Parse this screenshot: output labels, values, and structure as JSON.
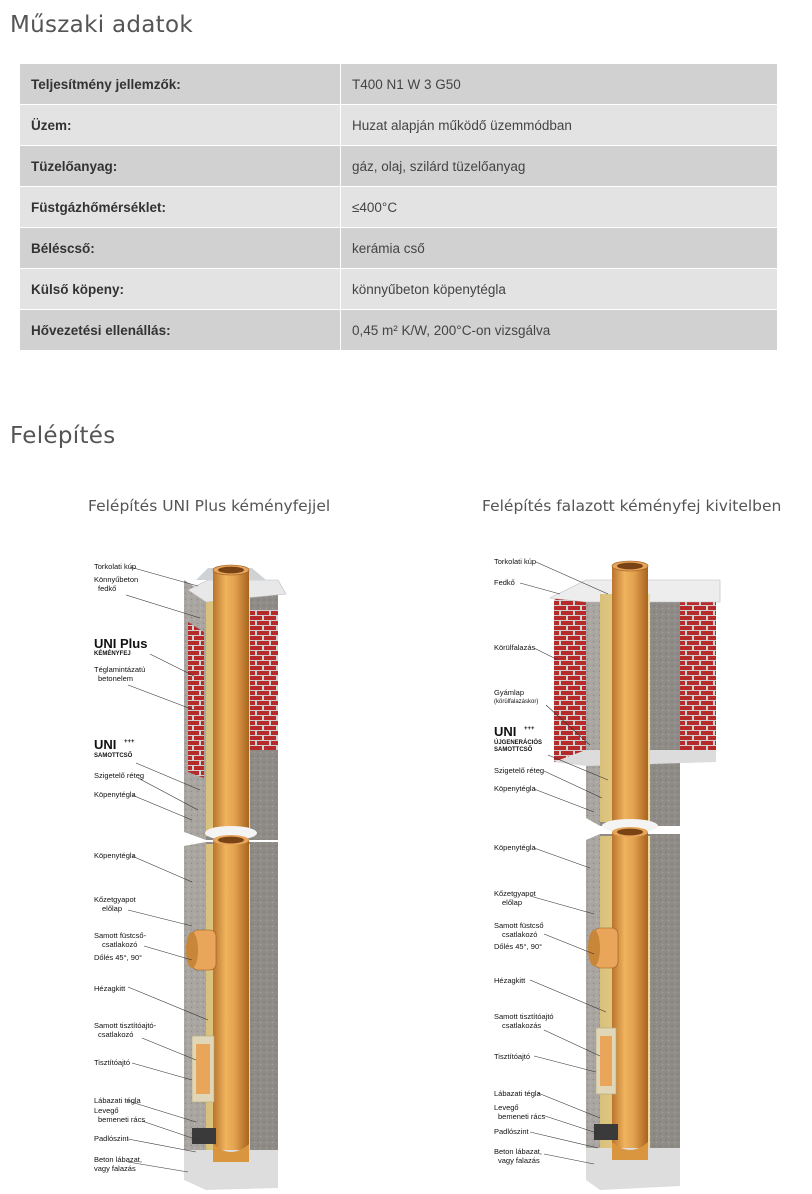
{
  "specs_title": "Műszaki adatok",
  "specs": [
    {
      "label": "Teljesítmény jellemzők:",
      "value": "T400 N1 W 3 G50"
    },
    {
      "label": "Üzem:",
      "value": "Huzat alapján működő üzemmódban"
    },
    {
      "label": "Tüzelőanyag:",
      "value": "gáz, olaj, szilárd tüzelőanyag"
    },
    {
      "label": "Füstgázhőmérséklet:",
      "value": "≤400°C"
    },
    {
      "label": "Béléscső:",
      "value": "kerámia cső"
    },
    {
      "label": "Külső köpeny:",
      "value": "könnyűbeton köpenytégla"
    },
    {
      "label": "Hővezetési ellenállás:",
      "value": "0,45 m² K/W, 200°C-on vizsgálva"
    }
  ],
  "structure_title": "Felépítés",
  "figure1": {
    "title": "Felépítés UNI Plus kéményfejjel",
    "labels": {
      "torkolati_kup": "Torkolati kúp",
      "fedko_1": "Könnyűbeton",
      "fedko_2": "fedkő",
      "uniplus": "UNI Plus",
      "kemenyfej": "KÉMÉNYFEJ",
      "tegla_1": "Téglamintázatú",
      "tegla_2": "betonelem",
      "uni": "UNI",
      "uni_sup": "+++",
      "samottcso": "SAMOTTCSŐ",
      "szigetelo": "Szigetelő réteg",
      "kopenytegla_1": "Köpenytégla",
      "kopenytegla_2": "Köpenytégla",
      "kozetgyapot_1": "Kőzetgyapot",
      "kozetgyapot_2": "előlap",
      "fustcso_1": "Samott füstcső-",
      "fustcso_2": "csatlakozó",
      "doles": "Dőlés 45°, 90°",
      "hezagkitt": "Hézagkitt",
      "tisztito_1": "Samott tisztítóajtó-",
      "tisztito_2": "csatlakozó",
      "tisztitoajto": "Tisztítóajtó",
      "labazati": "Lábazati tégla",
      "levego_1": "Levegő",
      "levego_2": "bemeneti rács",
      "padloszint": "Padlószint",
      "beton_1": "Beton lábazat,",
      "beton_2": "vagy falazás"
    }
  },
  "figure2": {
    "title": "Felépítés falazott kéményfej kivitelben",
    "labels": {
      "torkolati_kup": "Torkolati kúp",
      "fedko": "Fedkő",
      "korulfalazas": "Körülfalazás",
      "gyamlap_1": "Gyámlap",
      "gyamlap_2": "(körülfalazáskor)",
      "uni": "UNI",
      "uni_sup": "+++",
      "ujgen": "ÚJGENERÁCIÓS",
      "samottcso": "SAMOTTCSŐ",
      "szigetelo": "Szigetelő réteg",
      "kopenytegla_1": "Köpenytégla",
      "kopenytegla_2": "Köpenytégla",
      "kozetgyapot_1": "Kőzetgyapot",
      "kozetgyapot_2": "előlap",
      "fustcso_1": "Samott füstcső",
      "fustcso_2": "csatlakozó",
      "doles": "Dőlés 45°, 90°",
      "hezagkitt": "Hézagkitt",
      "tisztito_1": "Samott tisztítóajtó",
      "tisztito_2": "csatlakozás",
      "tisztitoajto": "Tisztítóajtó",
      "labazati": "Lábazati tégla",
      "levego_1": "Levegő",
      "levego_2": "bemeneti rács",
      "padloszint": "Padlószint",
      "beton_1": "Beton lábazat,",
      "beton_2": "vagy falazás"
    }
  }
}
